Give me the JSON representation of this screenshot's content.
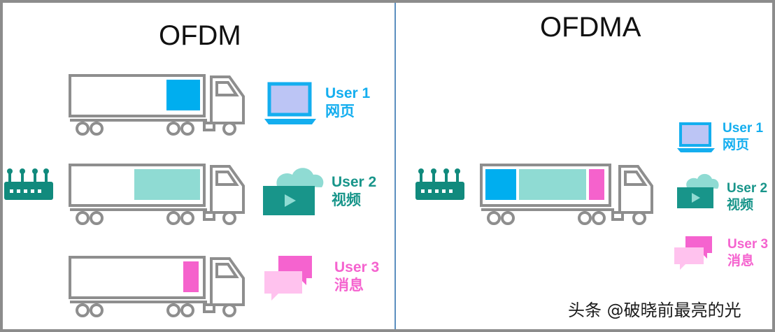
{
  "panels": {
    "left": {
      "title": "OFDM"
    },
    "right": {
      "title": "OFDMA"
    }
  },
  "users": [
    {
      "name": "User 1",
      "service": "网页",
      "color": "#14aeef",
      "icon": "laptop-icon"
    },
    {
      "name": "User 2",
      "service": "视频",
      "color": "#18958a",
      "icon": "video-cloud-icon"
    },
    {
      "name": "User 3",
      "service": "消息",
      "color": "#f563cf",
      "icon": "chat-bubbles-icon"
    }
  ],
  "colors": {
    "truck": "#8e8e8e",
    "router": "#118a7d",
    "cargo_user1": "#00aeef",
    "cargo_user2": "#8fdbd3",
    "cargo_user3": "#f562cc",
    "divider": "#5b8fbf",
    "border": "#8c8c8c"
  },
  "watermark": "头条 @破晓前最亮的光"
}
